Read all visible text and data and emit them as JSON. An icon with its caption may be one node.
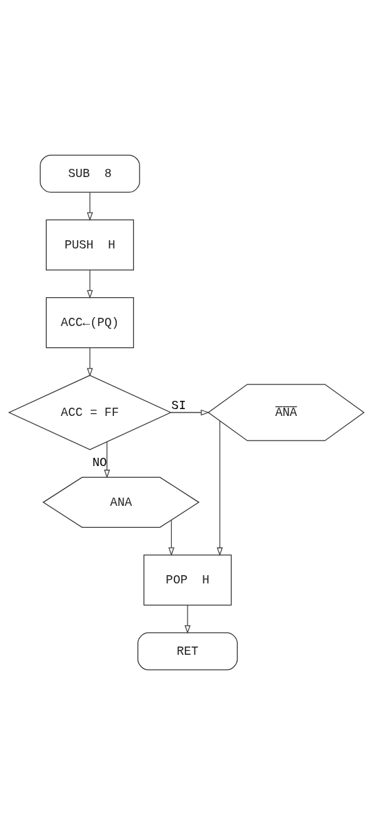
{
  "diagram": {
    "nodes": [
      {
        "text": [
          "SUB  8"
        ]
      },
      {
        "text": [
          "PUSH  H"
        ]
      },
      {
        "text": [
          "ACC←(PQ)"
        ]
      },
      {
        "text": [
          "ACC = FF"
        ]
      },
      {
        "text": [
          "A̅N̅A̅"
        ]
      },
      {
        "text": [
          "ANA"
        ]
      },
      {
        "text": [
          "POP  H"
        ]
      },
      {
        "text": [
          "RET"
        ]
      }
    ],
    "edges": [
      {
        "from": 0,
        "to": 1,
        "arrow": "to"
      },
      {
        "from": 1,
        "to": 2,
        "arrow": "to"
      },
      {
        "from": 2,
        "to": 3,
        "arrow": "to"
      },
      {
        "from": 3,
        "to": 4,
        "arrow": "to",
        "label": "SI"
      },
      {
        "from": 3,
        "to": 5,
        "arrow": "to",
        "label": "NO"
      },
      {
        "from": 5,
        "to": 6,
        "arrow": "to"
      },
      {
        "from": 4,
        "to": 6,
        "arrow": "to"
      },
      {
        "from": 6,
        "to": 7,
        "arrow": "to"
      }
    ]
  }
}
